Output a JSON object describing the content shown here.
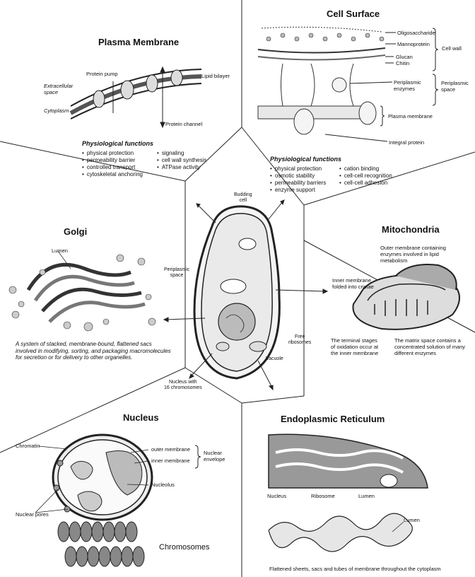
{
  "sections": {
    "plasma_membrane": {
      "title": "Plasma Membrane",
      "labels": {
        "protein_pump": "Protein pump",
        "lipid_bilayer": "Lipid bilayer",
        "extracellular": "Extracellular\nspace",
        "cytoplasm": "Cytoplasm",
        "protein_channel": "Protein channel"
      },
      "functions_heading": "Physiological functions",
      "functions_col1": [
        "physical protection",
        "permeability barrier",
        "controlled transport",
        "cytoskeletal anchoring"
      ],
      "functions_col2": [
        "signaling",
        "cell wall synthesis",
        "ATPase activity"
      ]
    },
    "cell_surface": {
      "title": "Cell Surface",
      "labels": {
        "oligosaccharide": "Oligosaccharide",
        "mannoprotein": "Mannoprotein",
        "glucan": "Glucan",
        "chitin": "Chitin",
        "cell_wall": "Cell wall",
        "periplasmic_enzymes": "Periplasmic\nenzymes",
        "periplasmic_space": "Periplasmic\nspace",
        "plasma_membrane": "Plasma membrane",
        "integral_protein": "Integral protein"
      },
      "functions_heading": "Physiological functions",
      "functions_col1": [
        "physical protection",
        "osmotic stability",
        "permeability barriers",
        "enzyme support"
      ],
      "functions_col2": [
        "cation binding",
        "cell-cell recognition",
        "cell-cell adhesion"
      ]
    },
    "golgi": {
      "title": "Golgi",
      "lumen": "Lumen",
      "description": "A system of stacked, membrane-bound, flattened sacs involved in modifying, sorting, and packaging macromolecules for secretion or for delivery to other organelles."
    },
    "mitochondria": {
      "title": "Mitochondria",
      "outer_membrane": "Outer membrane containing\nenzymes involved in lipid\nmetabolism",
      "inner_membrane": "Inner membrane\nfolded into cristae",
      "terminal_stages": "The terminal stages\nof oxidation occur at\nthe inner membrane",
      "matrix_space": "The matrix space contains a\nconcentrated solution of many\ndifferent enzymes"
    },
    "center_cell": {
      "budding_cell": "Budding\ncell",
      "periplasmic_space": "Periplasmic\nspace",
      "free_ribosomes": "Free\nribosomes",
      "vacuole": "Vacuole",
      "nucleus_with": "Nucleus with\n16 chromosomes"
    },
    "nucleus": {
      "title": "Nucleus",
      "chromatin": "Chromatin",
      "outer_membrane": "outer membrane",
      "inner_membrane": "inner membrane",
      "nuclear_envelope": "Nuclear\nenvelope",
      "nucleolus": "Nucleolus",
      "nuclear_pores": "Nuclear pores",
      "chromosomes": "Chromosomes"
    },
    "er": {
      "title": "Endoplasmic Reticulum",
      "nucleus": "Nucleus",
      "ribosome": "Ribosome",
      "lumen1": "Lumen",
      "lumen2": "Lumen",
      "caption": "Flattened sheets, sacs and tubes of membrane throughout the cytoplasm"
    }
  }
}
